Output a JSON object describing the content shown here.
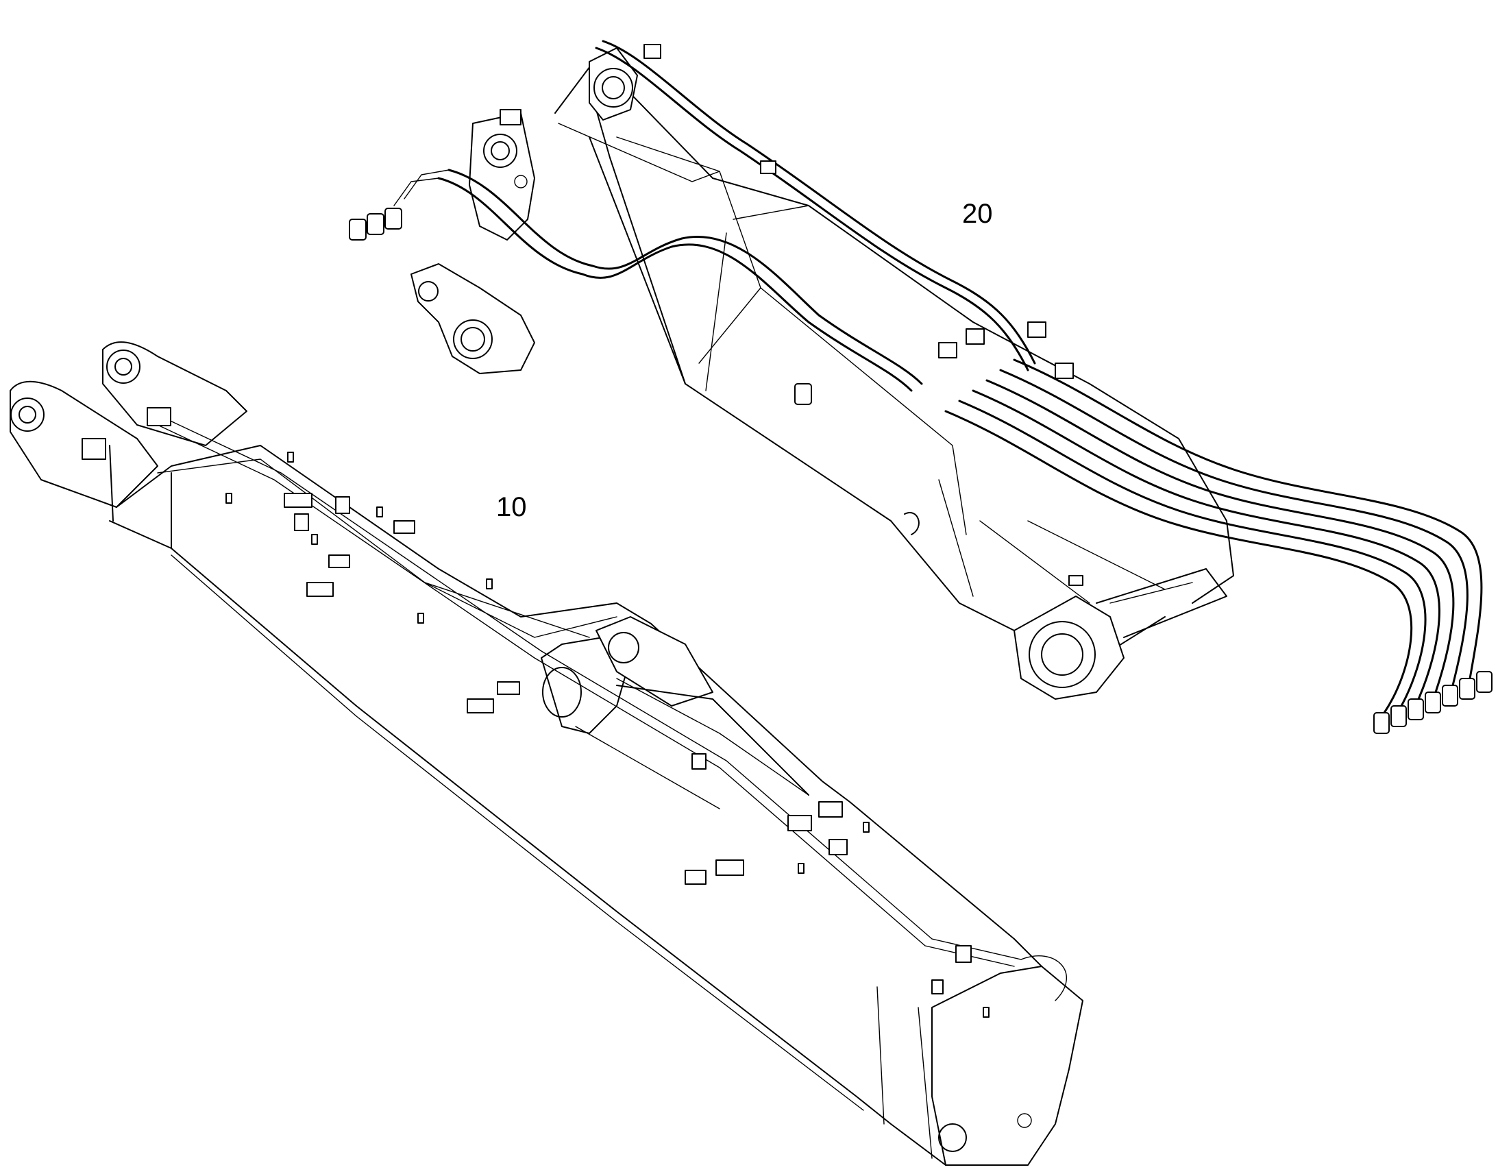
{
  "diagram": {
    "callouts": [
      {
        "id": "10",
        "label": "10",
        "part": "arm"
      },
      {
        "id": "20",
        "label": "20",
        "part": "boom"
      }
    ],
    "colors": {
      "line": "#000000",
      "background": "#ffffff"
    }
  }
}
